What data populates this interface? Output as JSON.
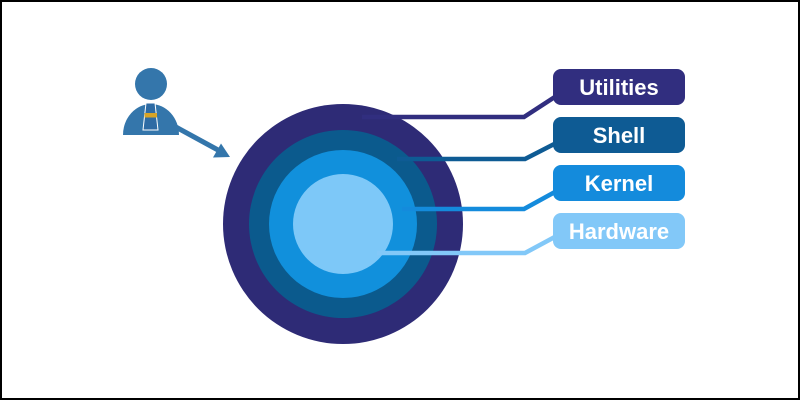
{
  "diagram": {
    "kind": "os-layers-onion-diagram",
    "layers": [
      {
        "label": "Utilities",
        "ring_color": "#2E2B76",
        "label_color": "#312E7F"
      },
      {
        "label": "Shell",
        "ring_color": "#0B5A8D",
        "label_color": "#0E5B94"
      },
      {
        "label": "Kernel",
        "ring_color": "#1190DC",
        "label_color": "#148BDC"
      },
      {
        "label": "Hardware",
        "ring_color": "#7DC8F8",
        "label_color": "#82C8F8"
      }
    ],
    "icons": {
      "user": {
        "name": "user-icon",
        "color": "#3476AB",
        "tie_color": "#2E6BA4",
        "tie_stripe_color": "#D7A427"
      },
      "arrow": {
        "name": "arrow-icon",
        "color": "#3476AB"
      }
    },
    "colors": {
      "label_text": "#FFFFFF",
      "background": "#FFFFFF",
      "border": "#000000"
    }
  }
}
